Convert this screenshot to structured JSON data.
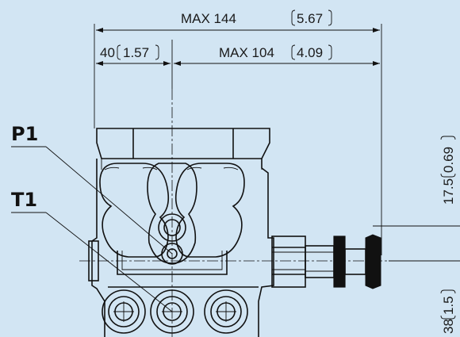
{
  "dimensions": {
    "overall_width": {
      "value": "MAX 144",
      "alt": "5.67"
    },
    "left_offset": {
      "value": "40",
      "alt": "1.57"
    },
    "right_offset": {
      "value": "MAX 104",
      "alt": "4.09"
    },
    "upper_height": {
      "value": "17.5",
      "alt": "0.69"
    },
    "lower_height": {
      "value": "38",
      "alt": "1.5"
    }
  },
  "ports": {
    "pressure": "P1",
    "tank": "T1"
  },
  "colors": {
    "background": "#d2e5f3",
    "line": "#111111"
  }
}
